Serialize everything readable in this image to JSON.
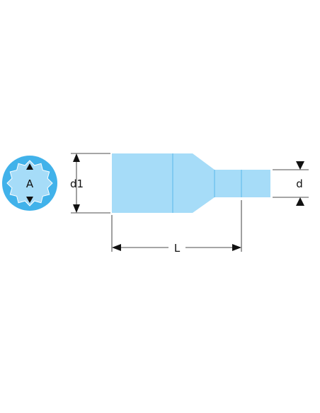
{
  "labels": {
    "across_flats": "A",
    "outer_diameter": "d1",
    "drive_diameter": "d",
    "length": "L"
  },
  "colors": {
    "body_fill": "#a6dcf8",
    "body_edge": "#59b8ea",
    "socket_ring": "#41b2ea",
    "socket_core": "#a6dcf8",
    "ink": "#111111"
  },
  "icons": {
    "socket_end_view": "twelve-point-socket-icon",
    "arrow": "triangle-arrowhead"
  }
}
